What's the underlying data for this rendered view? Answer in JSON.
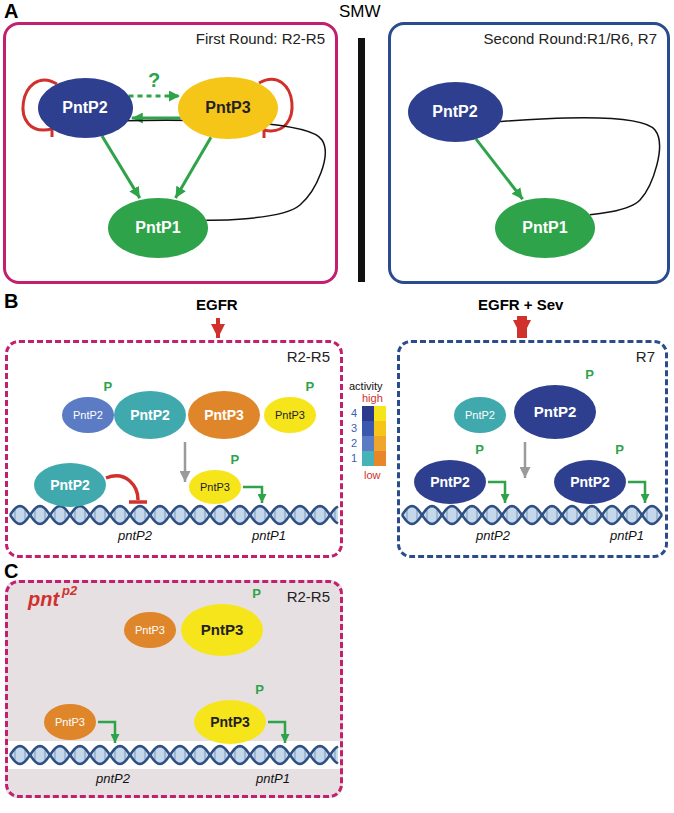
{
  "diagram": {
    "nodes": [
      {
        "text": [
          "First Round: R2-R5"
        ]
      },
      {
        "text": [
          "PntP2"
        ],
        "in": 0
      },
      {
        "text": [
          "PntP3"
        ],
        "in": 0
      },
      {
        "text": [
          "PntP1"
        ],
        "in": 0
      },
      {
        "text": [
          "Second Round:R1/R6, R7"
        ]
      },
      {
        "text": [
          "PntP2"
        ],
        "in": 4
      },
      {
        "text": [
          "PntP1"
        ],
        "in": 4
      },
      {
        "text": [
          "R2-R5"
        ]
      },
      {
        "text": [
          "PntP2",
          "P"
        ],
        "in": 7
      },
      {
        "text": [
          "PntP2"
        ],
        "in": 7
      },
      {
        "text": [
          "PntP3"
        ],
        "in": 7
      },
      {
        "text": [
          "PntP3",
          "P"
        ],
        "in": 7
      },
      {
        "text": [
          "PntP2"
        ],
        "in": 7
      },
      {
        "text": [
          "PntP3",
          "P"
        ],
        "in": 7
      },
      {
        "text": [
          "R7"
        ]
      },
      {
        "text": [
          "PntP2"
        ],
        "in": 14
      },
      {
        "text": [
          "PntP2",
          "P"
        ],
        "in": 14
      },
      {
        "text": [
          "PntP2",
          "P"
        ],
        "in": 14
      },
      {
        "text": [
          "PntP2",
          "P"
        ],
        "in": 14
      },
      {
        "text": [
          "R2-R5"
        ]
      },
      {
        "text": [
          "PntP3"
        ],
        "in": 19
      },
      {
        "text": [
          "PntP3",
          "P"
        ],
        "in": 19
      },
      {
        "text": [
          "PntP3"
        ],
        "in": 19
      },
      {
        "text": [
          "PntP3",
          "P"
        ],
        "in": 19
      }
    ],
    "edges": [
      {
        "from": 2,
        "to": 1,
        "arrow": "to"
      },
      {
        "from": 1,
        "to": 2,
        "label": "?",
        "arrow": "to"
      },
      {
        "from": 1,
        "to": 3,
        "arrow": "to"
      },
      {
        "from": 2,
        "to": 3,
        "arrow": "to"
      },
      {
        "from": 3,
        "to": 0,
        "arrow": "to"
      },
      {
        "from": 5,
        "to": 6,
        "arrow": "to"
      },
      {
        "from": 6,
        "to": 4,
        "arrow": "to"
      }
    ],
    "labels": [
      "A",
      "SMW",
      "B",
      "EGFR",
      "pntP2",
      "pntP1",
      "activity",
      "high",
      "low",
      "EGFR + Sev",
      "pntP2",
      "pntP1",
      "C",
      "pnt",
      "p2",
      "pntP2",
      "pntP1"
    ],
    "legend": [
      {
        "text": "4",
        "color": "#2b3a8c"
      },
      {
        "text": "3",
        "color": "#3a58ad"
      },
      {
        "text": "2",
        "color": "#5b7cc4"
      },
      {
        "text": "1",
        "color": "#45b3b8"
      }
    ]
  }
}
